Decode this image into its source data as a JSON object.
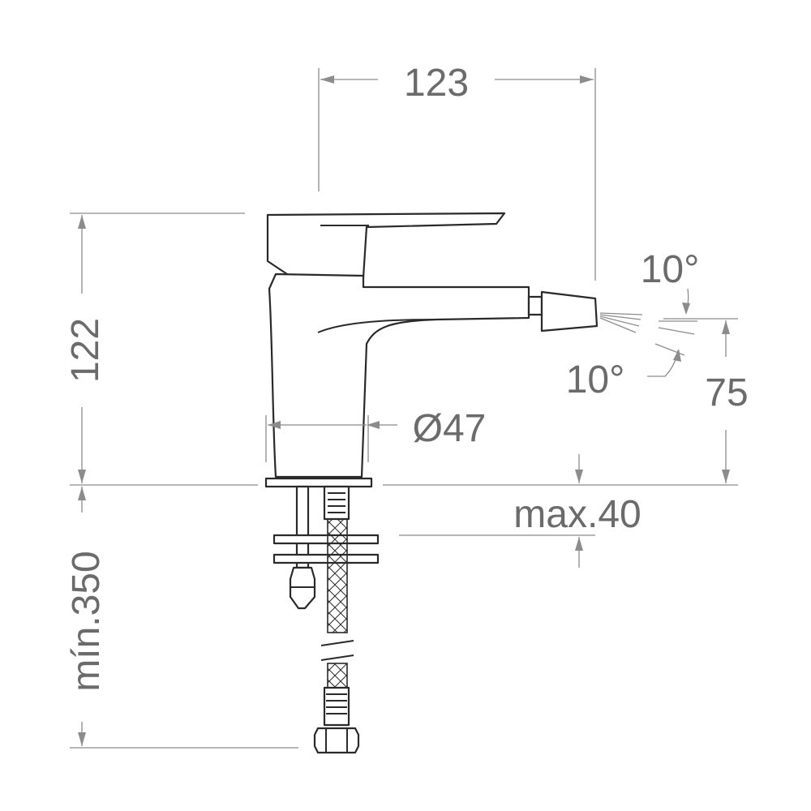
{
  "dimensions": {
    "width_top": "123",
    "height_left": "122",
    "spray_angle_top": "10°",
    "spray_angle_bottom": "10°",
    "spout_height": "75",
    "body_diameter": "Ø47",
    "max_deck_thickness": "max.40",
    "min_hose_length": "mín.350"
  },
  "colors": {
    "outline": "#2a2a2a",
    "dimension_line": "#8c8c8c",
    "dimension_text": "#6b6b6b",
    "background": "#ffffff"
  }
}
